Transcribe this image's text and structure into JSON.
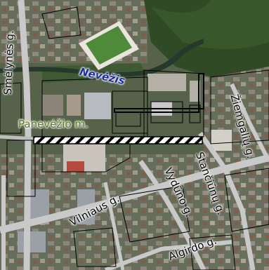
{
  "map": {
    "labels": {
      "smelynes": "Smėlynės g.",
      "nevezis": "Nevėžis",
      "panevezio": "Panevėžio m.",
      "ziemgalu": "Žiemgalių g.",
      "stanciunu": "Stančiūnų g.",
      "vyduno": "Vydūno g.",
      "vilniaus": "Vilniaus g.",
      "algirdo": "Algirdo g."
    },
    "colors": {
      "river": "#1d2fa6",
      "city_label": "#5a7a1c",
      "road": "#c9c9c9",
      "parcel_outline": "#000000"
    }
  }
}
